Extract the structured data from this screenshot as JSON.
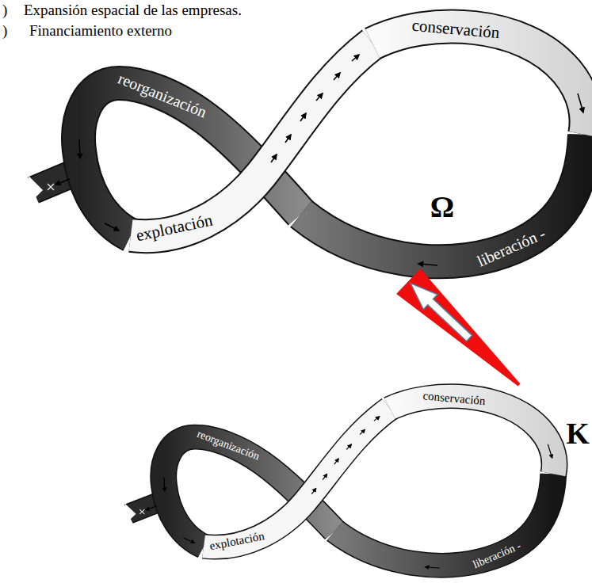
{
  "diagram": {
    "nodes": [
      {
        "text": [
          "reorganización",
          "explotación",
          "conservación",
          "liberación -",
          "Ω"
        ]
      },
      {
        "text": [
          "conservación",
          "K",
          "reorganización",
          "explotación",
          "liberación -"
        ]
      }
    ],
    "edges": [
      {
        "from": 1,
        "to": 0,
        "arrow": "to"
      }
    ],
    "labels": [
      ")",
      "Expansión espacial de las empresas.",
      ")",
      "Financiamiento externo"
    ]
  }
}
